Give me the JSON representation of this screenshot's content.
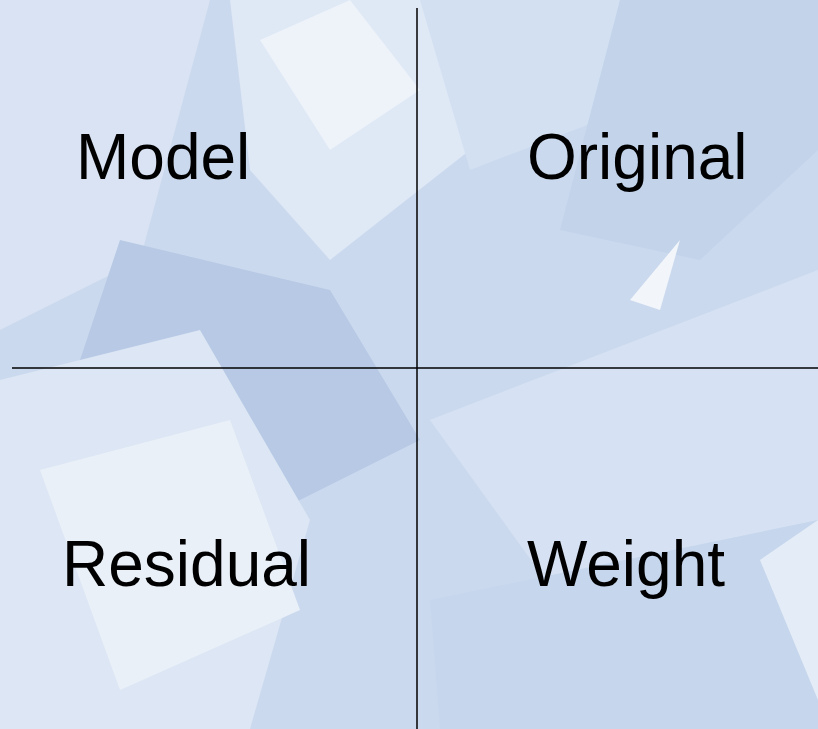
{
  "diagram": {
    "labels": [
      "Model",
      "Original",
      "Residual",
      "Weight"
    ]
  }
}
